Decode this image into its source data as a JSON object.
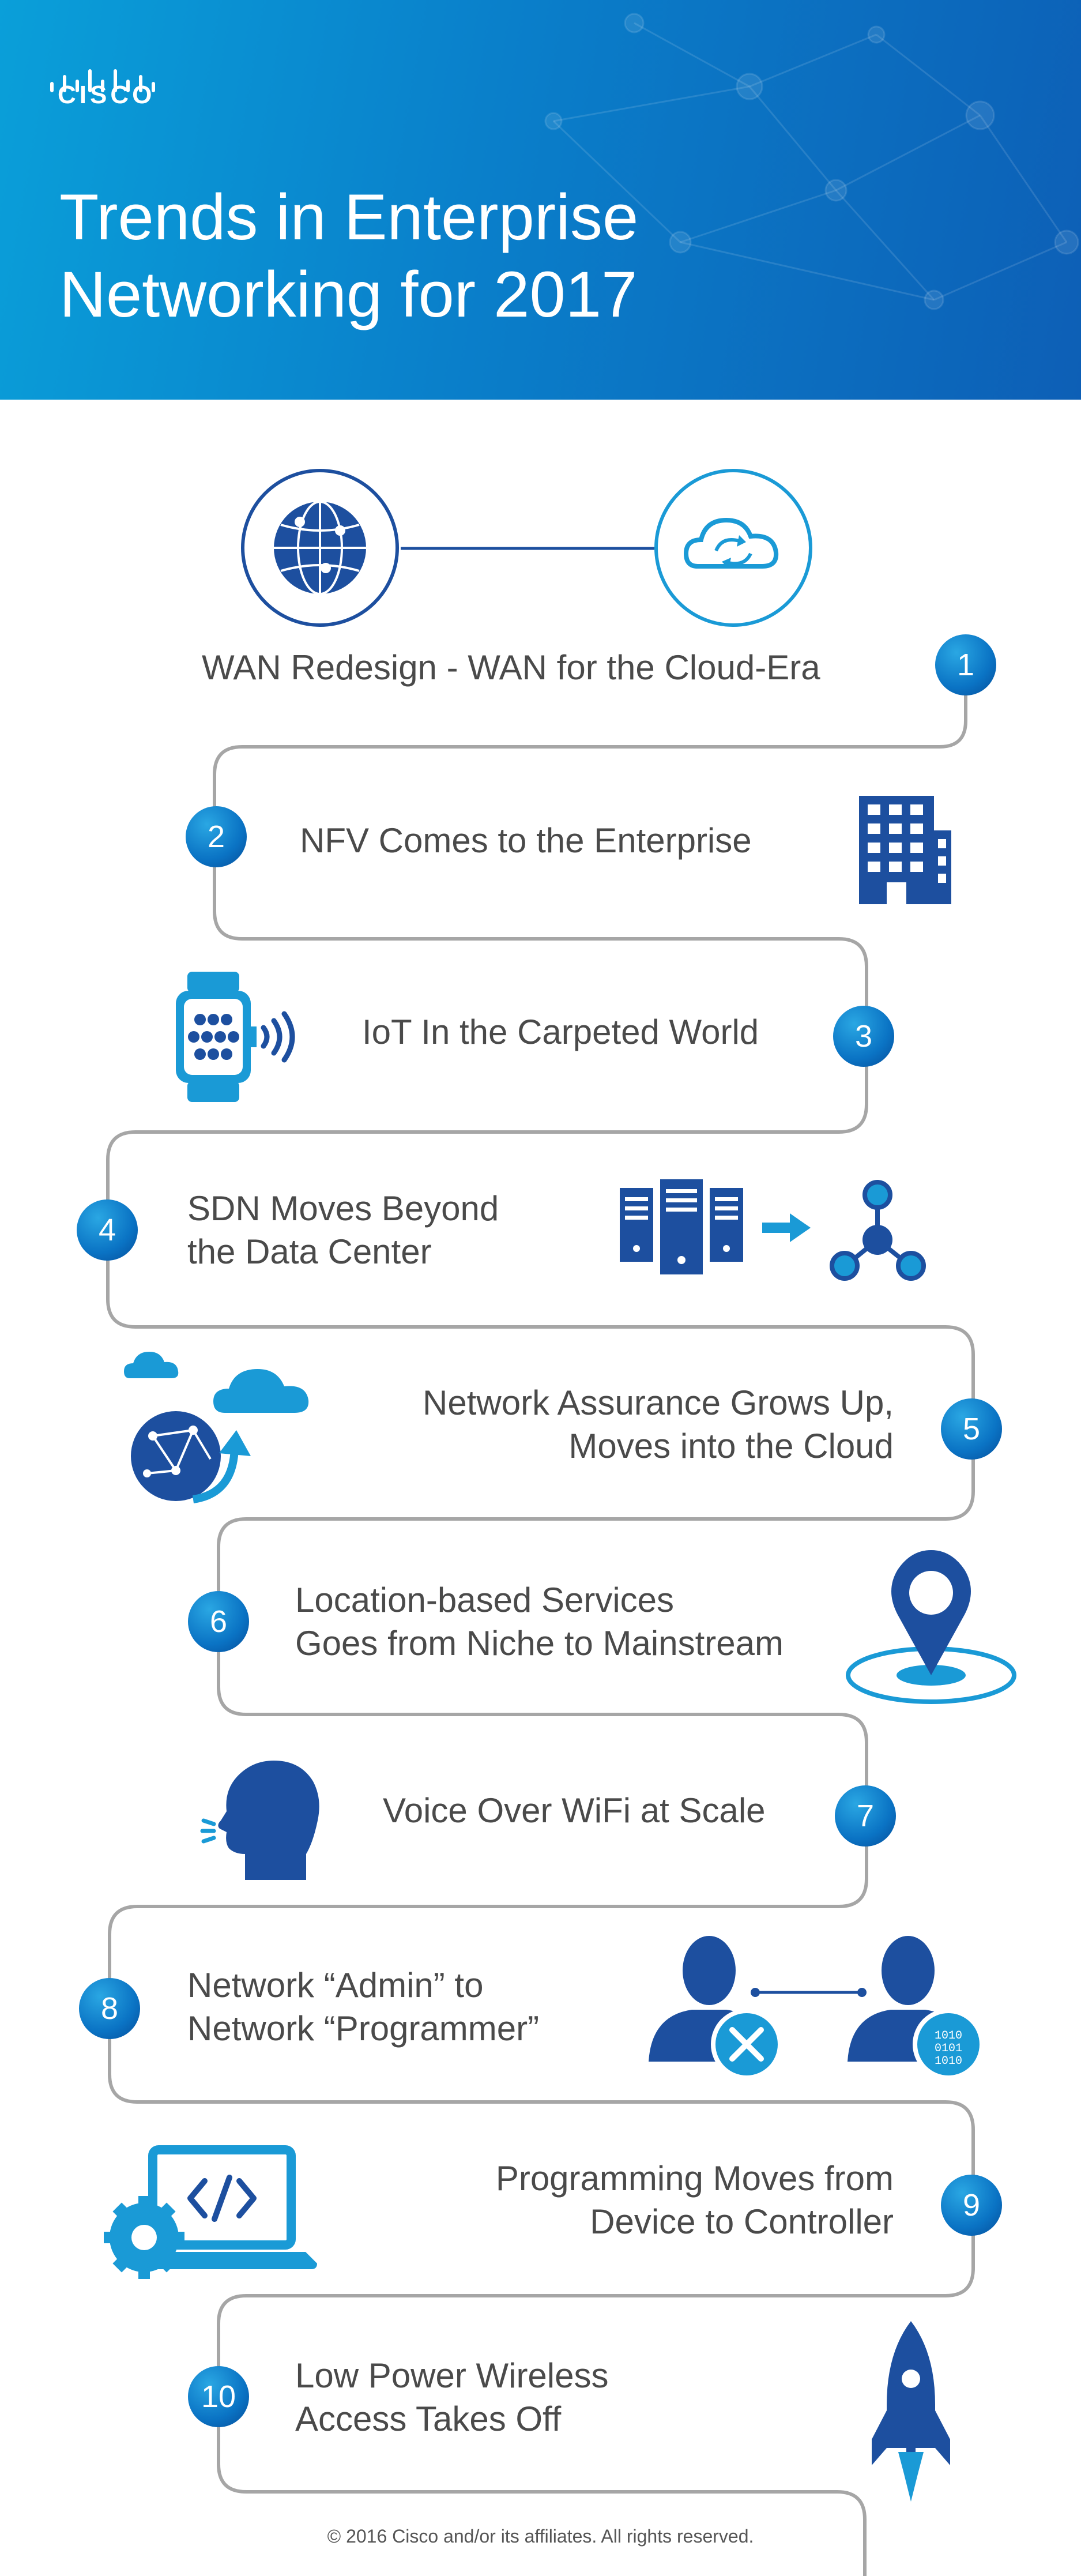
{
  "header": {
    "logo_text": "cisco",
    "title_line1": "Trends in Enterprise",
    "title_line2": "Networking for 2017"
  },
  "trends": [
    {
      "number": "1",
      "lines": [
        "WAN Redesign  - WAN for the Cloud-Era"
      ],
      "icon": "globe-cloud-icon"
    },
    {
      "number": "2",
      "lines": [
        "NFV Comes to the Enterprise"
      ],
      "icon": "building-icon"
    },
    {
      "number": "3",
      "lines": [
        "IoT In the Carpeted World"
      ],
      "icon": "smartwatch-icon"
    },
    {
      "number": "4",
      "lines": [
        "SDN Moves Beyond",
        "the Data Center"
      ],
      "icon": "server-to-network-icon"
    },
    {
      "number": "5",
      "lines": [
        "Network Assurance Grows Up,",
        "Moves into the Cloud"
      ],
      "icon": "globe-cloud-sync-icon"
    },
    {
      "number": "6",
      "lines": [
        "Location-based Services",
        "Goes from Niche to Mainstream"
      ],
      "icon": "location-pin-icon"
    },
    {
      "number": "7",
      "lines": [
        "Voice Over WiFi at Scale"
      ],
      "icon": "speaking-head-icon"
    },
    {
      "number": "8",
      "lines": [
        "Network “Admin” to",
        "Network “Programmer”"
      ],
      "icon": "admin-programmer-icon"
    },
    {
      "number": "9",
      "lines": [
        "Programming Moves from",
        "Device to Controller"
      ],
      "icon": "laptop-code-icon"
    },
    {
      "number": "10",
      "lines": [
        "Low Power Wireless",
        "Access Takes Off"
      ],
      "icon": "rocket-icon"
    }
  ],
  "footer": "© 2016 Cisco and/or its affiliates. All rights reserved.",
  "colors": {
    "header_start": "#0a9fd9",
    "header_end": "#0d5fb6",
    "dark_blue": "#1d4f9f",
    "light_blue": "#1a9ad6",
    "path": "#a6a6a6",
    "text": "#4a4a4a"
  }
}
